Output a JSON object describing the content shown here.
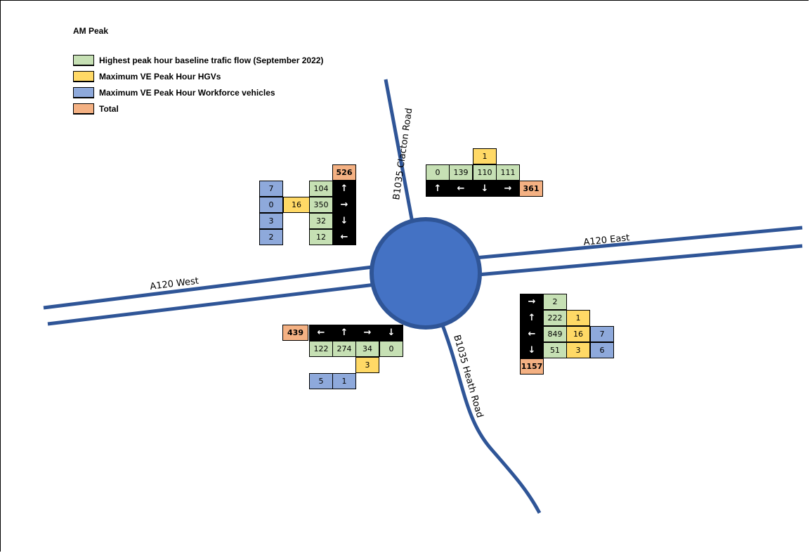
{
  "title": "AM Peak",
  "legend": [
    {
      "label": "Highest peak hour baseline trafic flow (September 2022)",
      "color": "#c6e0b4"
    },
    {
      "label": "Maximum VE Peak Hour HGVs",
      "color": "#ffd966"
    },
    {
      "label": "Maximum VE Peak Hour Workforce vehicles",
      "color": "#8ea9db"
    },
    {
      "label": "Total",
      "color": "#f4b183"
    }
  ],
  "roads": {
    "north": "B1035 Clacton Road",
    "east": "A120 East",
    "west": "A120 West",
    "south": "B1035 Heath Road"
  },
  "arrows": {
    "up": "↑",
    "right": "→",
    "down": "↓",
    "left": "←"
  },
  "blocks": {
    "northwest": {
      "total": "526",
      "rows": [
        {
          "arrow": "↑",
          "baseline": "104",
          "hgv": "",
          "workforce": "7"
        },
        {
          "arrow": "→",
          "baseline": "350",
          "hgv": "16",
          "workforce": "0"
        },
        {
          "arrow": "↓",
          "baseline": "32",
          "hgv": "",
          "workforce": "3"
        },
        {
          "arrow": "←",
          "baseline": "12",
          "hgv": "",
          "workforce": "2"
        }
      ]
    },
    "northeast": {
      "total": "361",
      "cols": [
        {
          "arrow": "↑",
          "baseline": "0",
          "hgv": ""
        },
        {
          "arrow": "←",
          "baseline": "139",
          "hgv": ""
        },
        {
          "arrow": "↓",
          "baseline": "110",
          "hgv": "1"
        },
        {
          "arrow": "→",
          "baseline": "111",
          "hgv": ""
        }
      ]
    },
    "southeast": {
      "total": "1157",
      "rows": [
        {
          "arrow": "→",
          "baseline": "2",
          "hgv": "",
          "workforce": ""
        },
        {
          "arrow": "↑",
          "baseline": "222",
          "hgv": "1",
          "workforce": ""
        },
        {
          "arrow": "←",
          "baseline": "849",
          "hgv": "16",
          "workforce": "7"
        },
        {
          "arrow": "↓",
          "baseline": "51",
          "hgv": "3",
          "workforce": "6"
        }
      ]
    },
    "southwest": {
      "total": "439",
      "cols": [
        {
          "arrow": "←",
          "baseline": "122",
          "hgv": "",
          "workforce": "5"
        },
        {
          "arrow": "↑",
          "baseline": "274",
          "hgv": "",
          "workforce": "1"
        },
        {
          "arrow": "→",
          "baseline": "34",
          "hgv": "3",
          "workforce": ""
        },
        {
          "arrow": "↓",
          "baseline": "0",
          "hgv": "",
          "workforce": ""
        }
      ]
    }
  }
}
